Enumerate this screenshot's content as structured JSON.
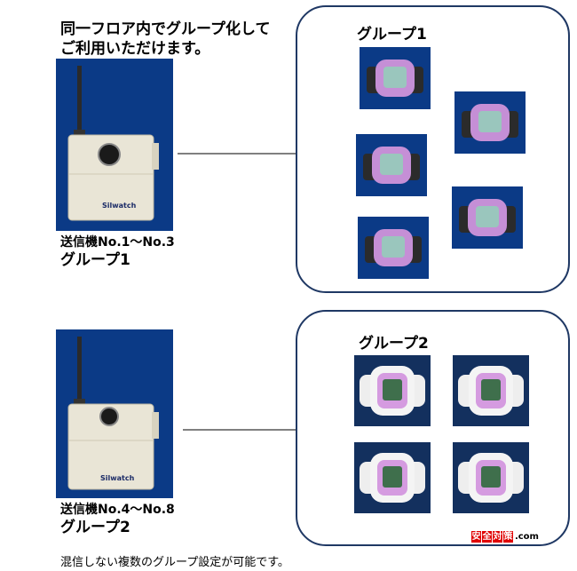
{
  "headline": [
    "同一フロア内でグループ化して",
    "ご利用いただけます。"
  ],
  "groups": [
    {
      "title": "グループ1",
      "transmitter": {
        "label": "送信機No.1～No.3",
        "group": "グループ1",
        "brand": "Silwatch"
      }
    },
    {
      "title": "グループ2",
      "transmitter": {
        "label": "送信機No.4～No.8",
        "group": "グループ2",
        "brand": "Silwatch"
      }
    }
  ],
  "footer_note": "混信しない複数のグループ設定が可能です。",
  "logo": {
    "tiles": [
      "安",
      "全",
      "対",
      "策"
    ],
    "domain": ".com"
  },
  "colors": {
    "box_border": "#1f3864",
    "photo_bg": "#0b3a86",
    "watch_pink": "#c58fd6",
    "logo_red": "#e00000"
  }
}
